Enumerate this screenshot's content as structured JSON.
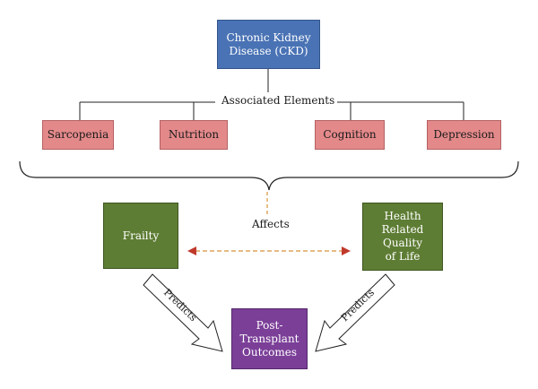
{
  "top": {
    "title": "Chronic Kidney\nDisease (CKD)"
  },
  "associated_label": "Associated Elements",
  "elements": [
    "Sarcopenia",
    "Nutrition",
    "Cognition",
    "Depression"
  ],
  "frailty": "Frailty",
  "hrqol": "Health\nRelated\nQuality\nof Life",
  "affects_label": "Affects",
  "predicts_label": "Predicts",
  "outcome": "Post-\nTransplant\nOutcomes",
  "colors": {
    "ckd": "#4a73b5",
    "elements": "#e4898a",
    "frailty_hrqol": "#5e7d34",
    "outcome": "#7b3f98",
    "affects_arrow": "#d8923a"
  }
}
